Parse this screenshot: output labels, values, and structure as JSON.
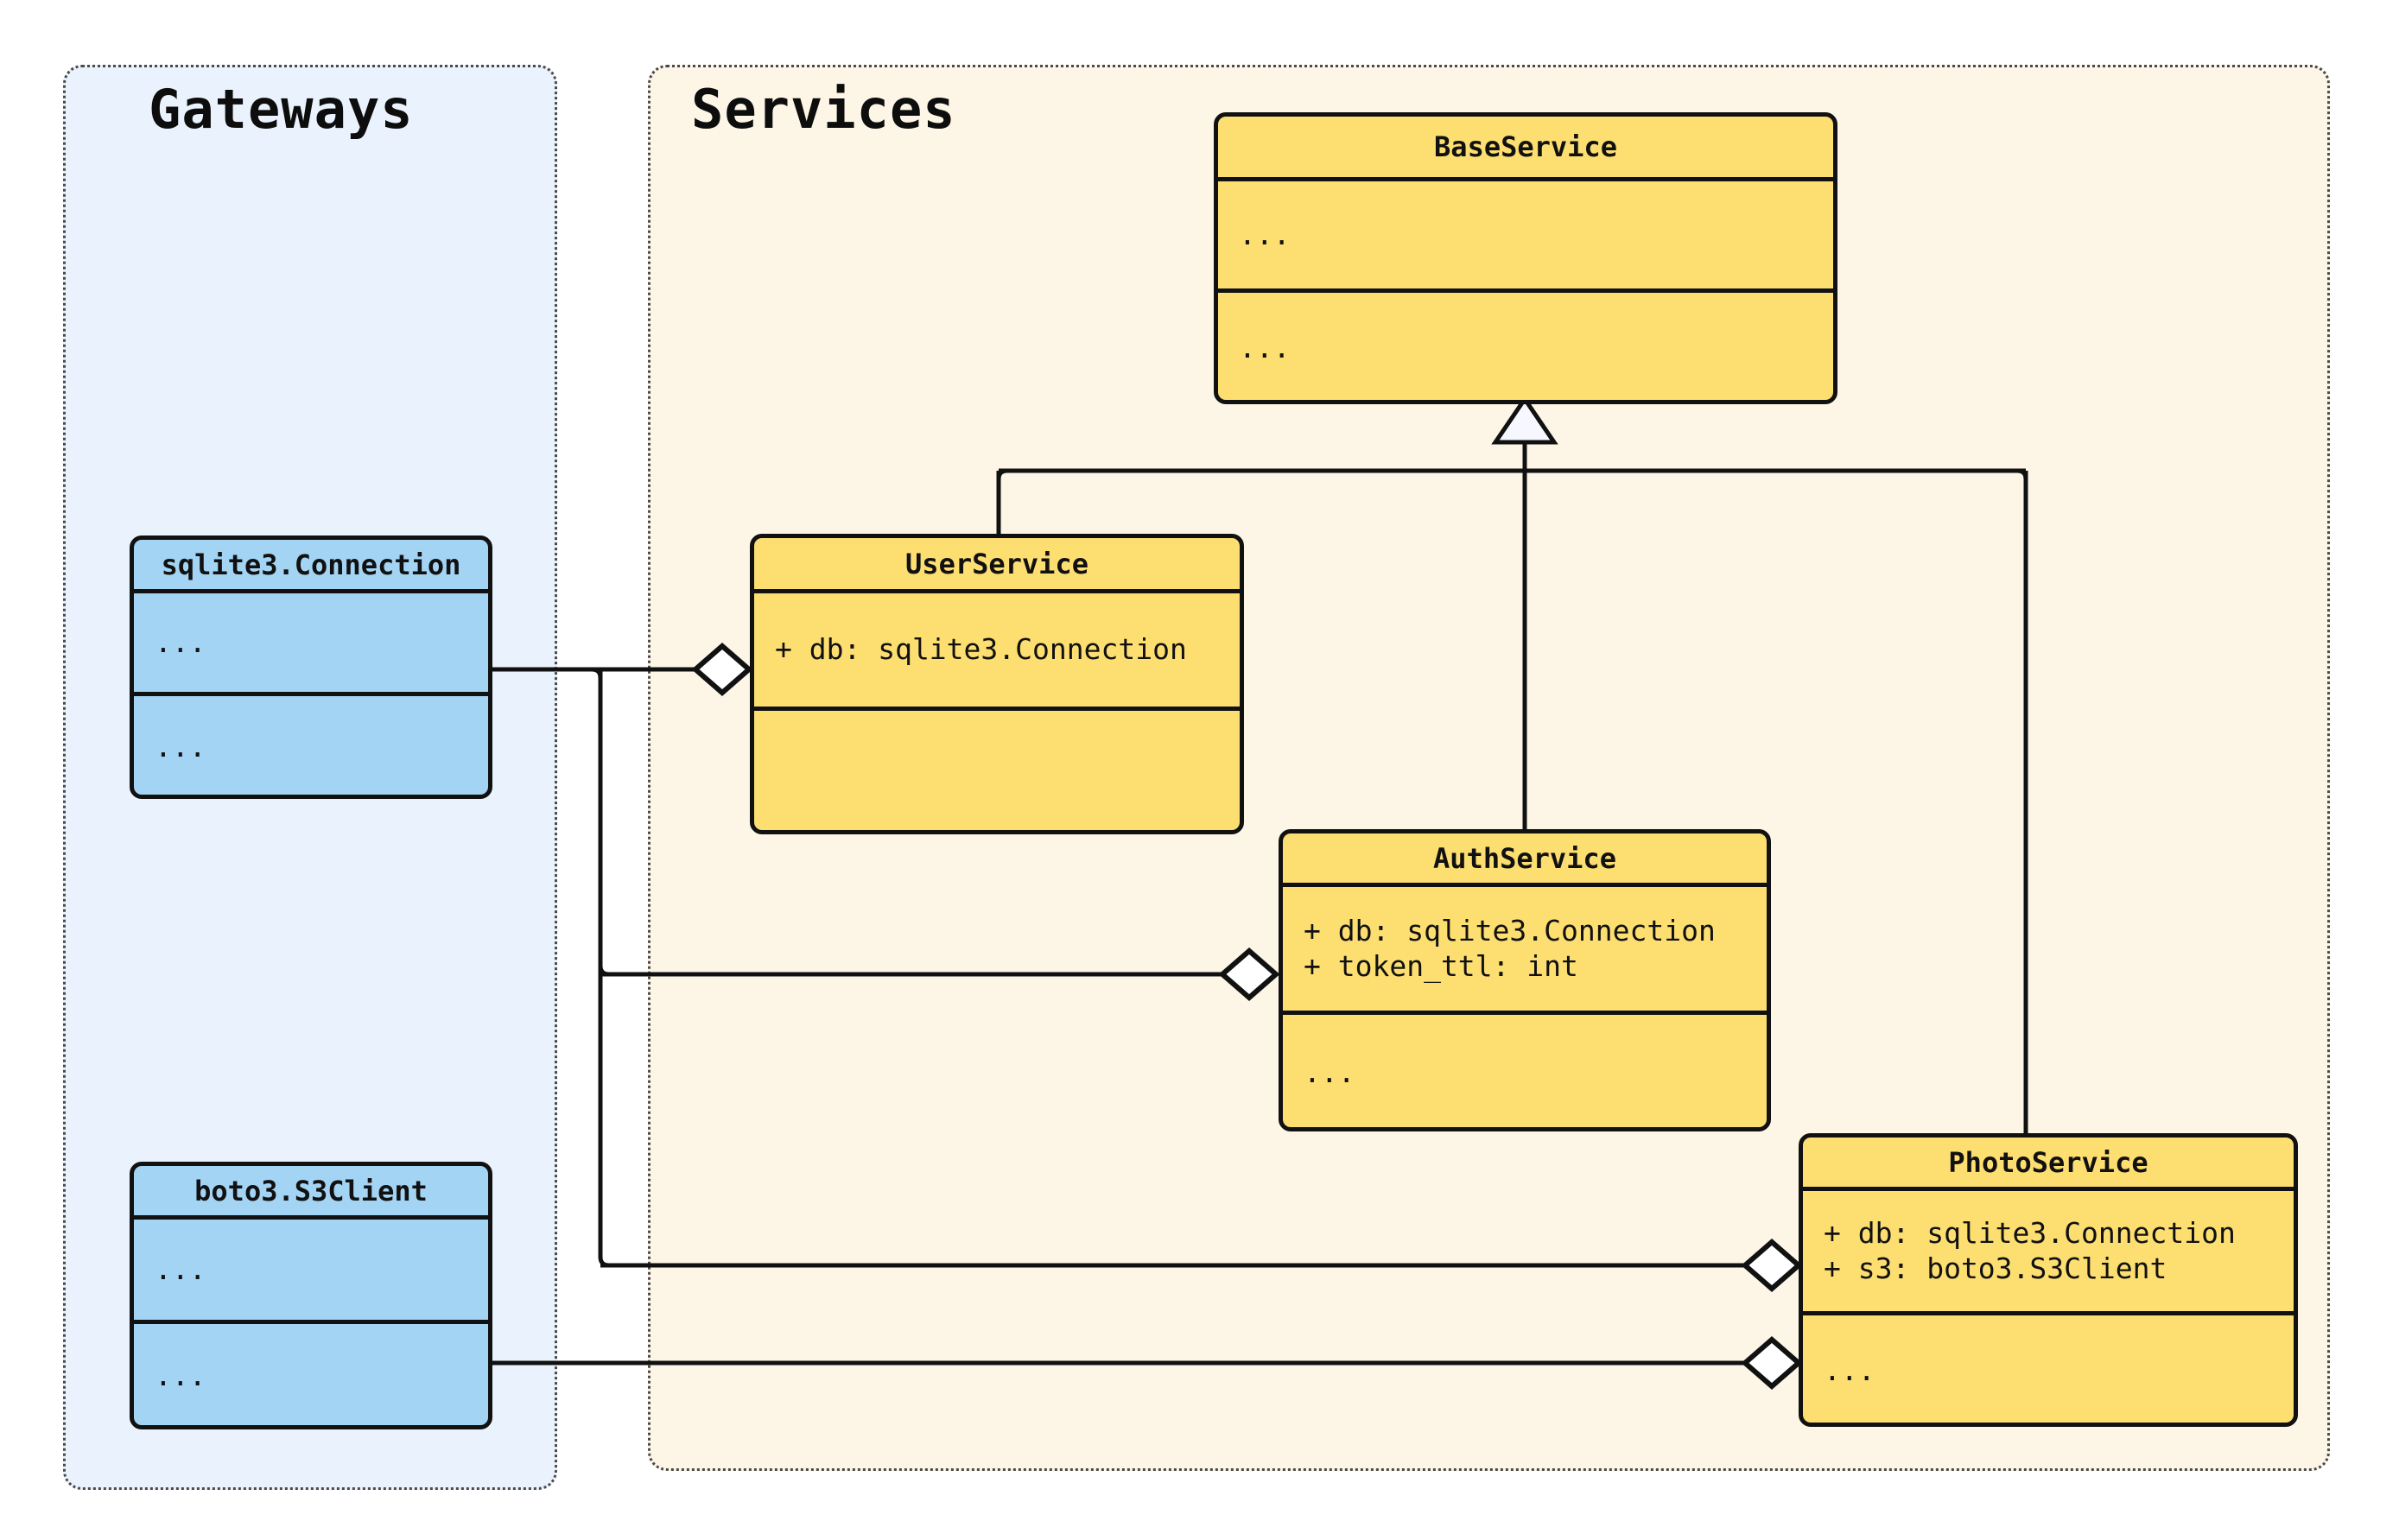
{
  "diagram": {
    "kind": "uml-class-diagram",
    "colors": {
      "gateways_panel_fill": "#EAF3FD",
      "services_panel_fill": "#FDF6E6",
      "gateway_class_fill": "#A4D4F4",
      "service_class_fill": "#FDDE71",
      "border": "#111111",
      "panel_border": "#4A4A4A",
      "marker_fill": "#FFFFFF"
    }
  },
  "panels": [
    {
      "id": "gateways",
      "title": "Gateways"
    },
    {
      "id": "services",
      "title": "Services"
    }
  ],
  "classes": {
    "sqlite3_connection": {
      "name": "sqlite3.Connection",
      "attributes": "...",
      "methods": "..."
    },
    "boto3_s3client": {
      "name": "boto3.S3Client",
      "attributes": "...",
      "methods": "..."
    },
    "base_service": {
      "name": "BaseService",
      "attributes": "...",
      "methods": "..."
    },
    "user_service": {
      "name": "UserService",
      "attributes": "+ db: sqlite3.Connection",
      "methods": ""
    },
    "auth_service": {
      "name": "AuthService",
      "attributes": "+ db: sqlite3.Connection\n+ token_ttl: int",
      "methods": "..."
    },
    "photo_service": {
      "name": "PhotoService",
      "attributes": "+ db: sqlite3.Connection\n+ s3: boto3.S3Client",
      "methods": "..."
    }
  },
  "relationships": [
    {
      "id": "gen-user",
      "type": "generalization",
      "from": "UserService",
      "to": "BaseService"
    },
    {
      "id": "gen-auth",
      "type": "generalization",
      "from": "AuthService",
      "to": "BaseService"
    },
    {
      "id": "gen-photo",
      "type": "generalization",
      "from": "PhotoService",
      "to": "BaseService"
    },
    {
      "id": "agg-user-db",
      "type": "aggregation",
      "from": "sqlite3.Connection",
      "to": "UserService"
    },
    {
      "id": "agg-auth-db",
      "type": "aggregation",
      "from": "sqlite3.Connection",
      "to": "AuthService"
    },
    {
      "id": "agg-photo-db",
      "type": "aggregation",
      "from": "sqlite3.Connection",
      "to": "PhotoService"
    },
    {
      "id": "agg-photo-s3",
      "type": "aggregation",
      "from": "boto3.S3Client",
      "to": "PhotoService"
    }
  ]
}
